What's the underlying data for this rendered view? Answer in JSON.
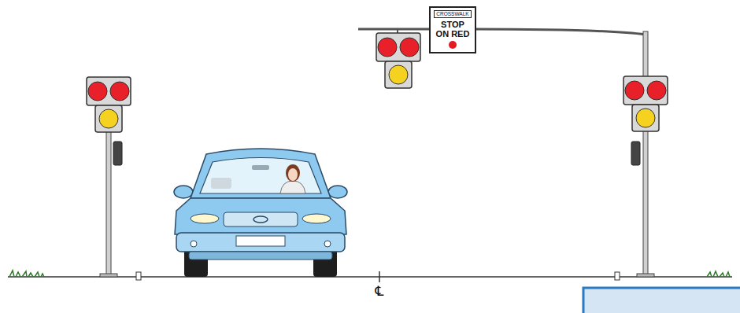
{
  "diagram": {
    "nodes": [
      {
        "text": [
          "CROSSWALK",
          "STOP ON RED"
        ]
      }
    ],
    "labels": [
      "℄"
    ]
  }
}
